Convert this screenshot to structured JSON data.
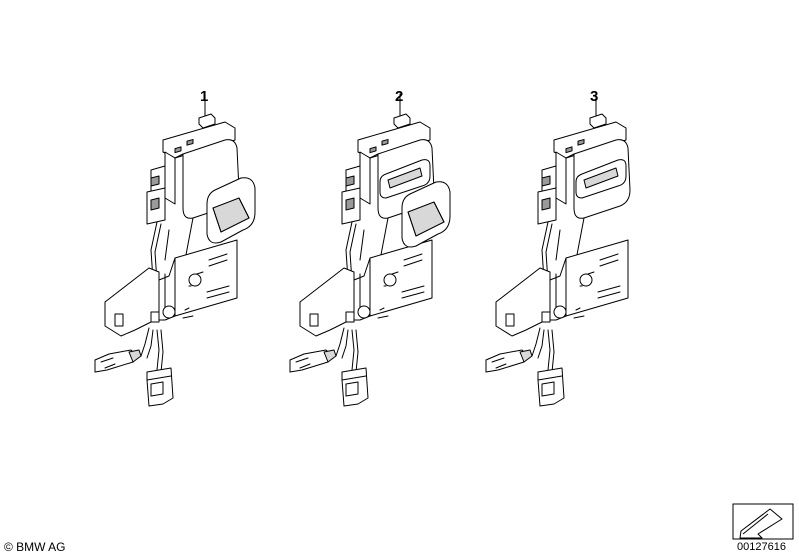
{
  "callouts": [
    "1",
    "2",
    "3"
  ],
  "copyright": "© BMW AG",
  "diagram_number": "00127616",
  "parts": [
    {
      "label": "1",
      "variant": "switch-with-large-rocker"
    },
    {
      "label": "2",
      "variant": "switch-with-two-rockers"
    },
    {
      "label": "3",
      "variant": "switch-with-top-rocker"
    }
  ],
  "icons": {
    "corner_badge": "arrow-back-icon"
  }
}
